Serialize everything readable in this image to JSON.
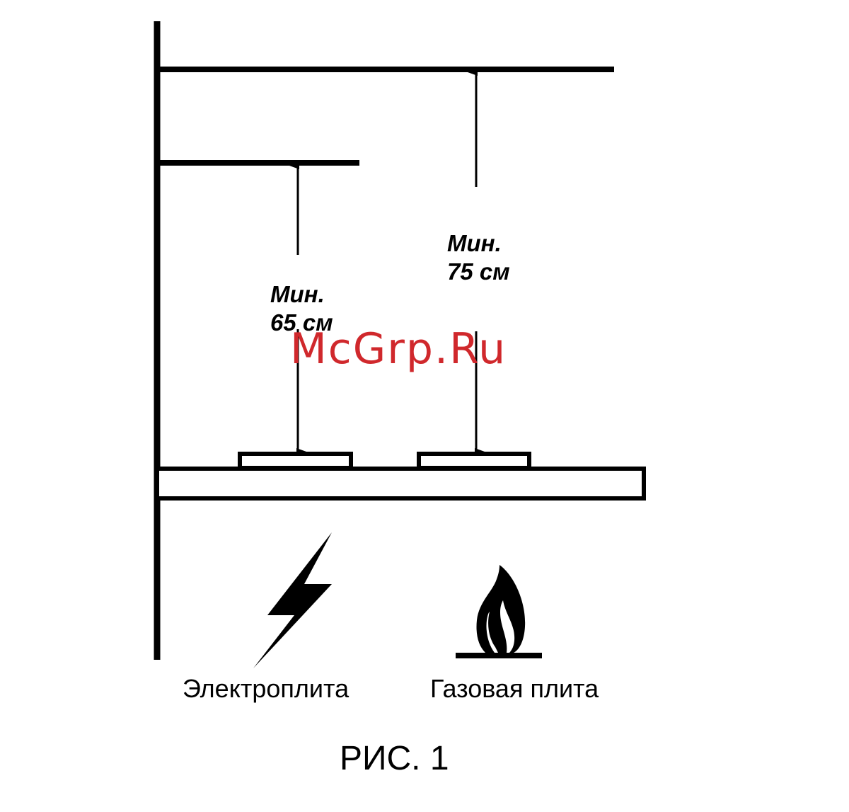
{
  "dimensions": {
    "electric": {
      "prefix": "Мин.",
      "value": "65 см"
    },
    "gas": {
      "prefix": "Мин.",
      "value": "75 см"
    }
  },
  "captions": {
    "electric": "Электроплита",
    "gas": "Газовая плита"
  },
  "figure_title": "РИС. 1",
  "watermark": {
    "text": "McGrp.Ru",
    "color": "#d0282c"
  },
  "icons": {
    "electric": "lightning-icon",
    "gas": "flame-icon"
  },
  "colors": {
    "line": "#000000",
    "background": "#ffffff"
  }
}
